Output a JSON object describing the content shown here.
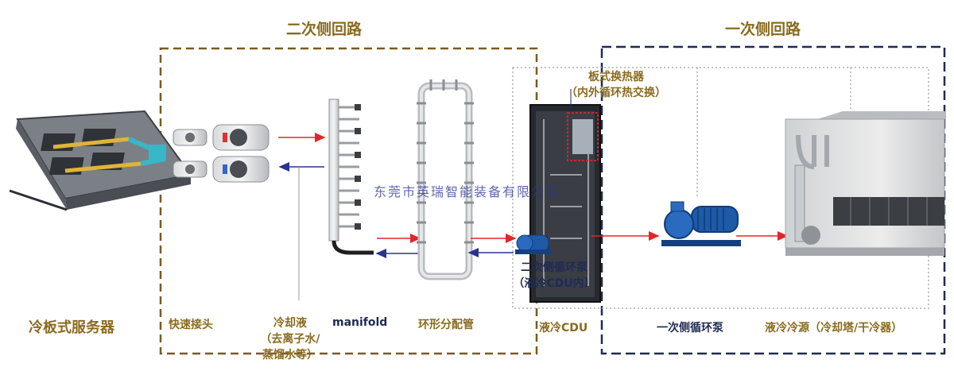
{
  "section_headers": {
    "secondary_loop": "二次侧回路",
    "primary_loop": "一次侧回路"
  },
  "labels": {
    "server": "冷板式服务器",
    "quick_connector": "快速接头",
    "coolant": "冷却液",
    "coolant_detail_1": "（去离子水/",
    "coolant_detail_2": "蒸馏水等）",
    "manifold": "manifold",
    "ring_pipe": "环形分配管",
    "cdu": "液冷CDU",
    "secondary_pump_1": "二次侧循环泵",
    "secondary_pump_2": "（液冷CDU内）",
    "primary_pump": "一次侧循环泵",
    "cooling_source": "液冷冷源（冷却塔/干冷器）",
    "heat_exchanger_1": "板式换热器",
    "heat_exchanger_2": "（内外循环热交换）"
  },
  "watermark": "东莞市英瑞智能装备有限公司",
  "colors": {
    "secondary_border": "#7a5a1e",
    "primary_border": "#1f2a55",
    "supply_arrow": "#e0262b",
    "return_arrow": "#2a3390",
    "pump_blue": "#1f5aa8"
  }
}
